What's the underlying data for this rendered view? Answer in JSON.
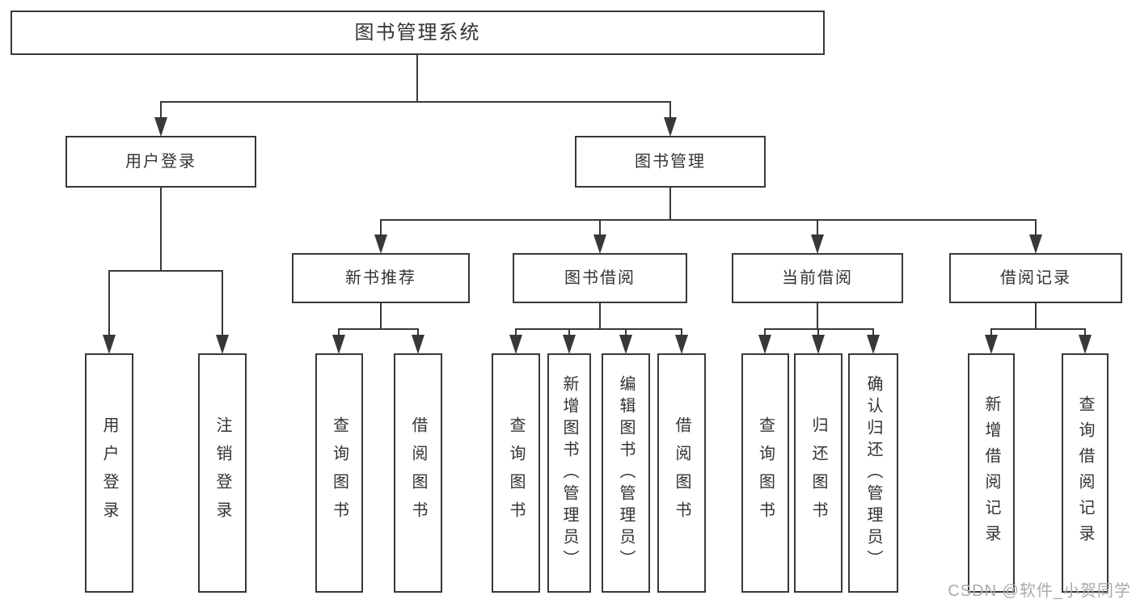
{
  "diagram": {
    "root": {
      "label": "图书管理系统"
    },
    "level2": [
      {
        "label": "用户登录"
      },
      {
        "label": "图书管理"
      }
    ],
    "level3": [
      {
        "label": "新书推荐"
      },
      {
        "label": "图书借阅"
      },
      {
        "label": "当前借阅"
      },
      {
        "label": "借阅记录"
      }
    ],
    "leaves": [
      {
        "label": "用户登录"
      },
      {
        "label": "注销登录"
      },
      {
        "label": "查询图书"
      },
      {
        "label": "借阅图书"
      },
      {
        "label": "查询图书"
      },
      {
        "label": "新增图书（管理员）"
      },
      {
        "label": "编辑图书（管理员）"
      },
      {
        "label": "借阅图书"
      },
      {
        "label": "查询图书"
      },
      {
        "label": "归还图书"
      },
      {
        "label": "确认归还（管理员）"
      },
      {
        "label": "新增借阅记录"
      },
      {
        "label": "查询借阅记录"
      }
    ]
  },
  "watermark": {
    "text": "CSDN @软件_小贺同学"
  },
  "colors": {
    "line": "#383838",
    "box_border": "#383838",
    "text": "#333333",
    "watermark": "#ababab",
    "background": "#ffffff"
  }
}
